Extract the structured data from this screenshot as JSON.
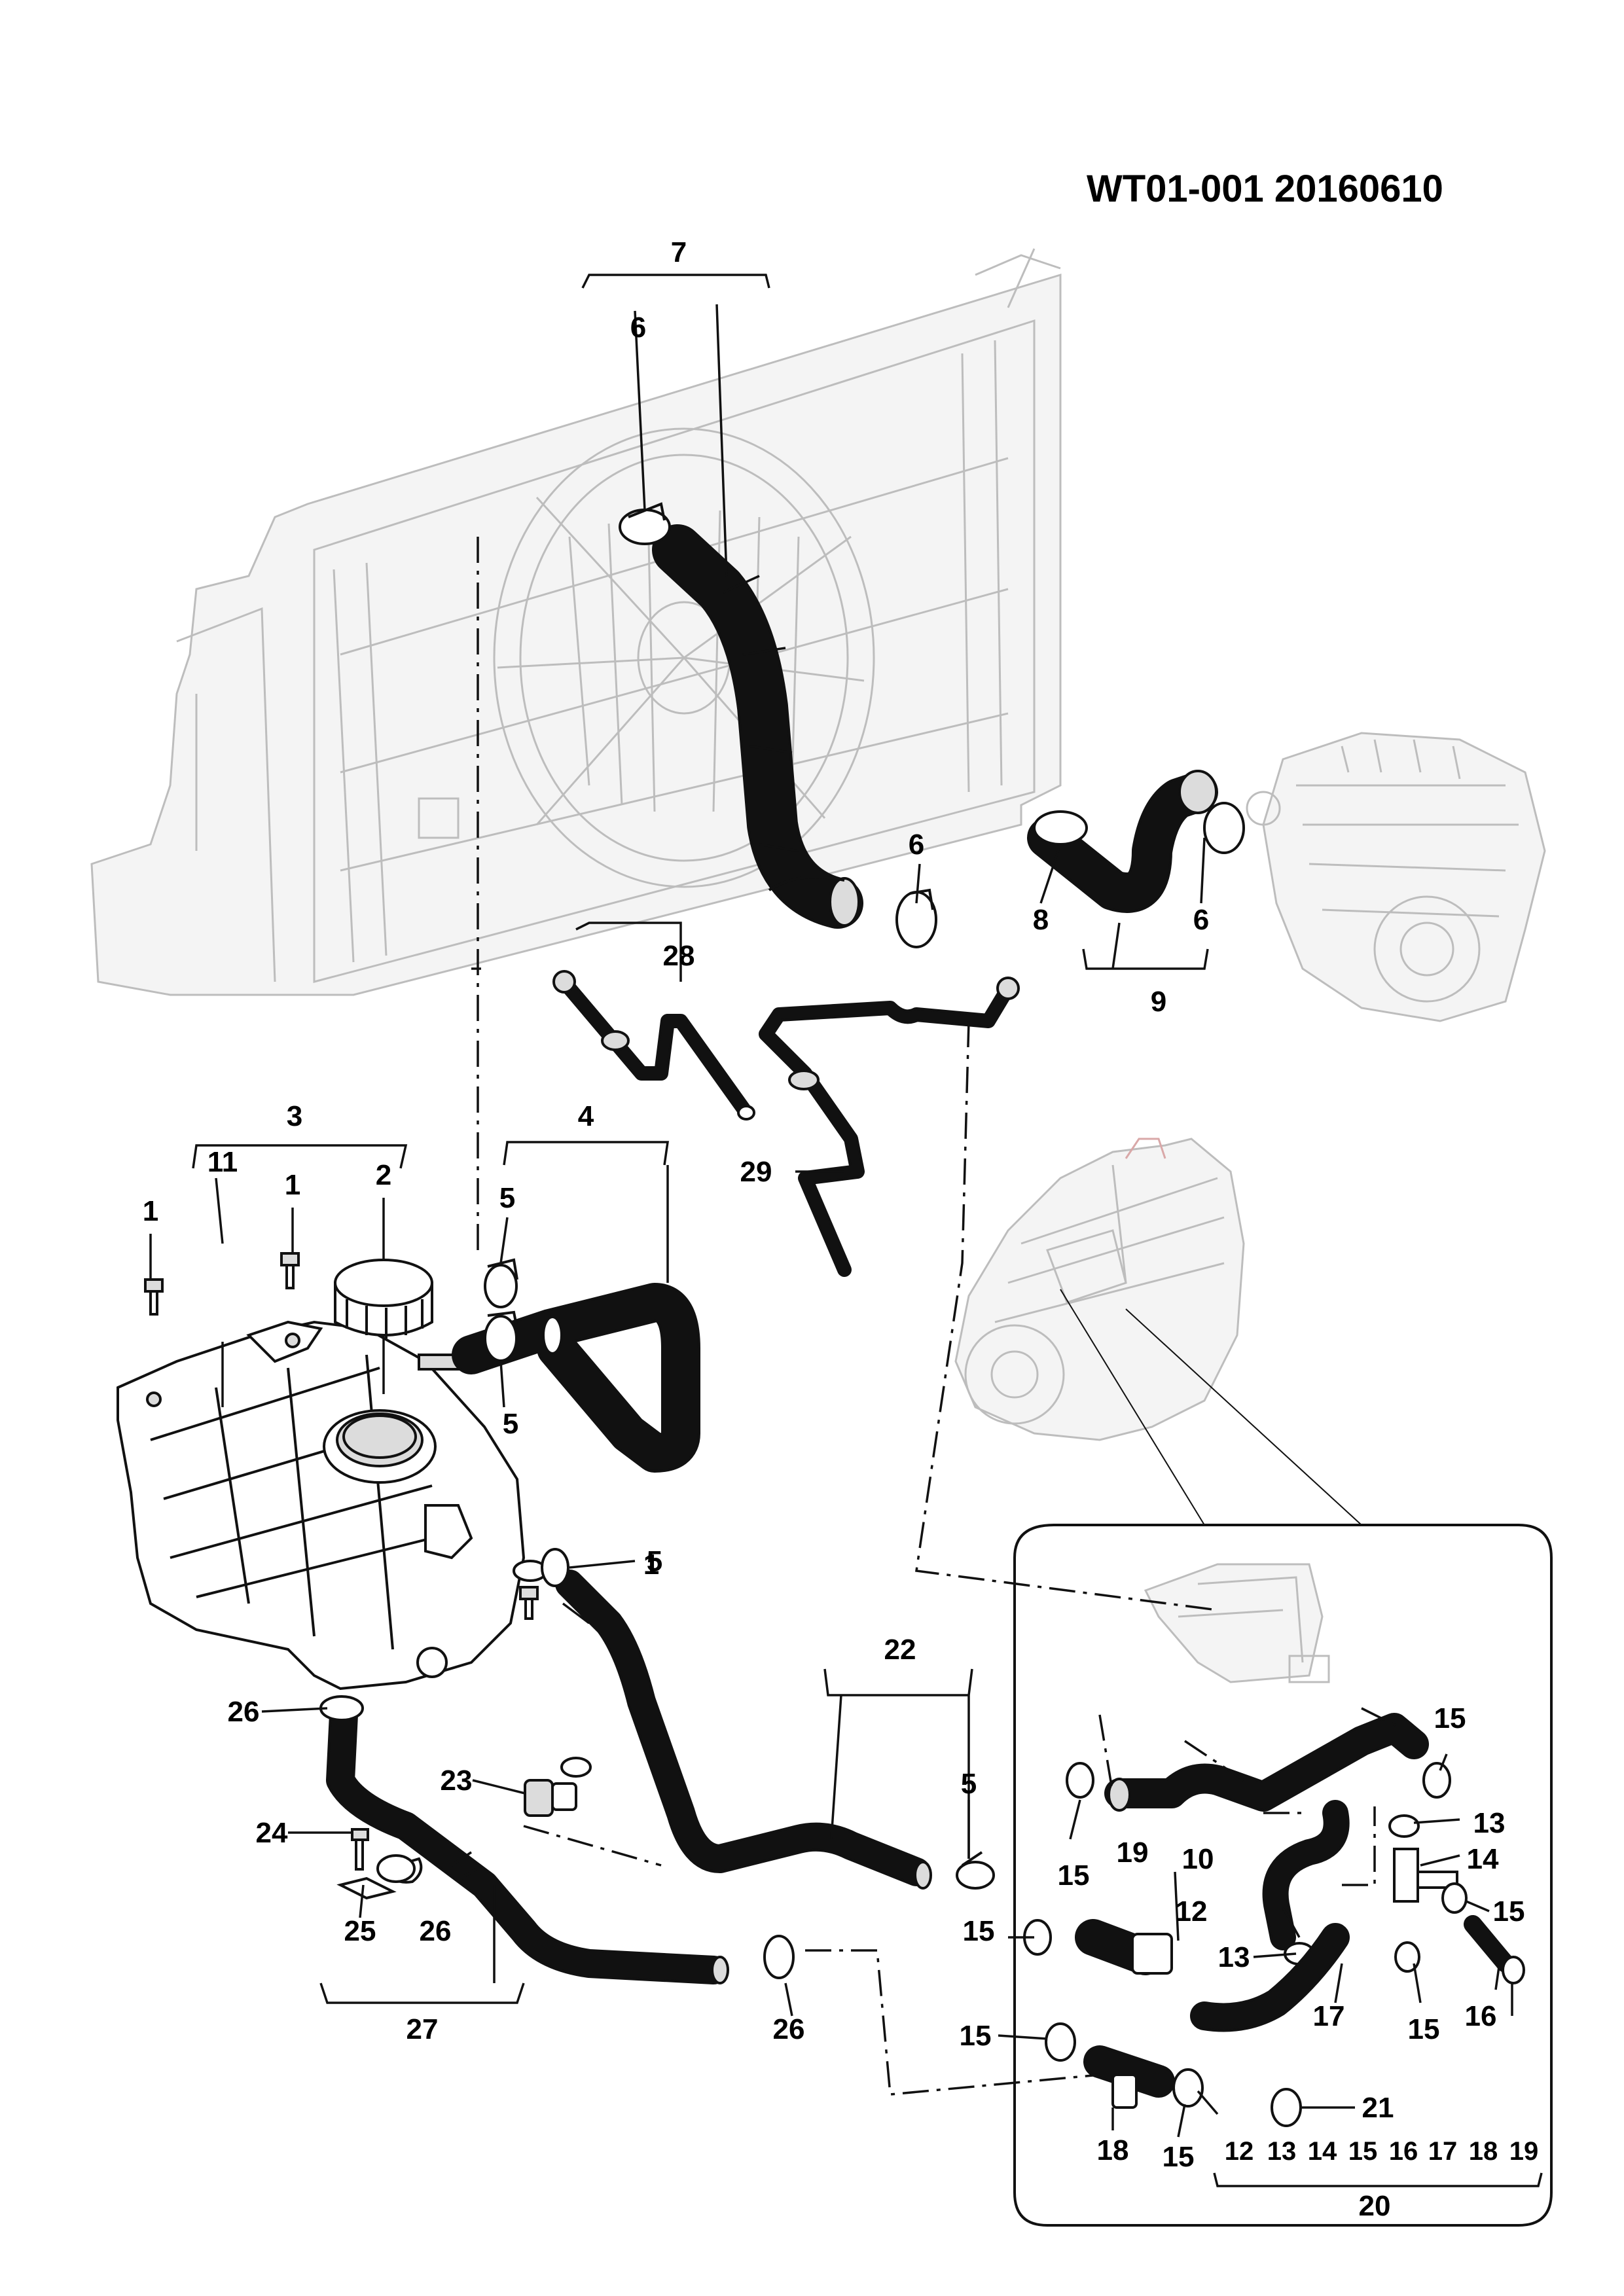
{
  "reference": "WT01-001 20160610",
  "labels": {
    "l1a": "1",
    "l1b": "1",
    "l1c": "1",
    "l2": "2",
    "l3": "3",
    "l4": "4",
    "l5a": "5",
    "l5b": "5",
    "l5c": "5",
    "l5d": "5",
    "l6a": "6",
    "l6b": "6",
    "l6c": "6",
    "l7": "7",
    "l8": "8",
    "l9": "9",
    "l10": "10",
    "l11": "11",
    "l12": "12",
    "l13a": "13",
    "l13b": "13",
    "l14": "14",
    "l15a": "15",
    "l15b": "15",
    "l15c": "15",
    "l15d": "15",
    "l15e": "15",
    "l15f": "15",
    "l15g": "15",
    "l16": "16",
    "l17": "17",
    "l18": "18",
    "l19": "19",
    "l20": "20",
    "l21": "21",
    "l22": "22",
    "l23": "23",
    "l24": "24",
    "l25": "25",
    "l26a": "26",
    "l26b": "26",
    "l26c": "26",
    "l27": "27",
    "l28": "28",
    "l29": "29"
  },
  "kit_20_items": [
    "12",
    "13",
    "14",
    "15",
    "16",
    "17",
    "18",
    "19"
  ]
}
